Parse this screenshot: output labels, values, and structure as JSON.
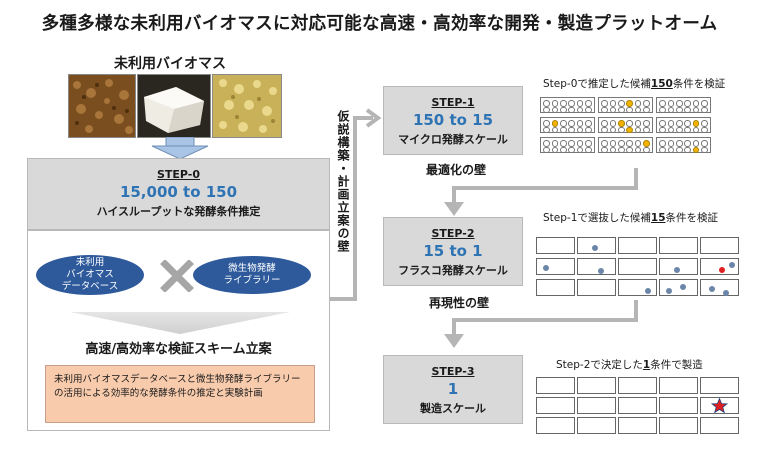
{
  "title": "多種多様な未利用バイオマスに対応可能な高速・高効率な開発・製造プラットオーム",
  "biomass_label": "未利用バイオマス",
  "step0": {
    "header": "STEP-0",
    "ratio": "15,000 to 150",
    "desc": "ハイスループットな発酵条件推定"
  },
  "ellipse_left": "未利用\nバイオマス\nデータベース",
  "ellipse_right": "微生物発酵\nライブラリー",
  "scheme_label": "高速/高効率な検証スキーム立案",
  "orange_text": "未利用バイオマスデータベースと微生物発酵ライブラリーの活用による効率的な発酵条件の推定と実験計画",
  "vertical_label": "仮説構築・計画立案の壁",
  "step1": {
    "header": "STEP-1",
    "ratio": "150 to 15",
    "desc": "マイクロ発酵スケール",
    "caption_pre": "Step-0で推定した候補",
    "caption_num": "150",
    "caption_post": "条件を検証"
  },
  "wall1": "最適化の壁",
  "step2": {
    "header": "STEP-2",
    "ratio": "15 to 1",
    "desc": "フラスコ発酵スケール",
    "caption_pre": "Step-1で選抜した候補",
    "caption_num": "15",
    "caption_post": "条件を検証"
  },
  "wall2": "再現性の壁",
  "step3": {
    "header": "STEP-3",
    "ratio": "1",
    "desc": "製造スケール",
    "caption_pre": "Step-2で決定した",
    "caption_num": "1",
    "caption_post": "条件で製造"
  },
  "colors": {
    "accent_blue": "#2e74b5",
    "ellipse_blue": "#2e5a9c",
    "orange": "#f8cbad",
    "step_gray": "#d9d9d9",
    "well_yellow": "#f0b400",
    "star_red": "#e02020"
  },
  "icons": {
    "down_arrow": "down-arrow-icon",
    "cross": "cross-icon",
    "star": "star-icon"
  }
}
